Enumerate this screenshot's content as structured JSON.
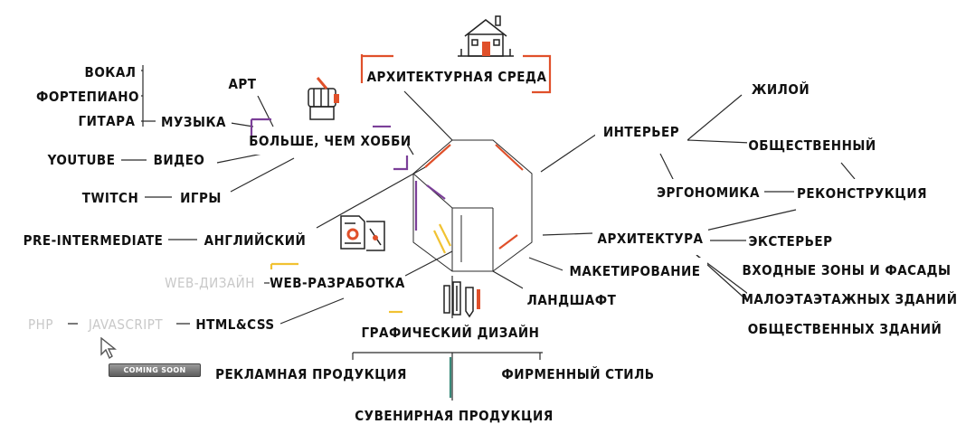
{
  "nodes": {
    "arch_env": "АРХИТЕКТУРНАЯ СРЕДА",
    "more_than_hobby": "БОЛЬШЕ, ЧЕМ ХОББИ",
    "art": "АРТ",
    "music": "МУЗЫКА",
    "vocal": "ВОКАЛ",
    "piano": "ФОРТЕПИАНО",
    "guitar": "ГИТАРА",
    "video": "ВИДЕО",
    "youtube": "YOUTUBE",
    "games": "ИГРЫ",
    "twitch": "TWITCH",
    "english": "АНГЛИЙСКИЙ",
    "pre_intermediate": "PRE-INTERMEDIATE",
    "web_dev": "WEB-РАЗРАБОТКА",
    "web_design": "WEB-ДИЗАЙН",
    "html_css": "HTML&CSS",
    "javascript": "JAVASCRIPT",
    "php": "PHP",
    "coming_soon": "COMING SOON",
    "graphic_design": "ГРАФИЧЕСКИЙ ДИЗАЙН",
    "advertising": "РЕКЛАМНАЯ ПРОДУКЦИЯ",
    "brand_style": "ФИРМЕННЫЙ СТИЛЬ",
    "souvenir": "СУВЕНИРНАЯ ПРОДУКЦИЯ",
    "landscape": "ЛАНДШАФТ",
    "modeling": "МАКЕТИРОВАНИЕ",
    "interior": "ИНТЕРЬЕР",
    "residential": "ЖИЛОЙ",
    "public": "ОБЩЕСТВЕННЫЙ",
    "ergonomics": "ЭРГОНОМИКА",
    "reconstruction": "РЕКОНСТРУКЦИЯ",
    "architecture": "АРХИТЕКТУРА",
    "exterior": "ЭКСТЕРЬЕР",
    "entrance_facades": "ВХОДНЫЕ ЗОНЫ И ФАСАДЫ",
    "low_rise": "МАЛОЭТАЭТАЖНЫХ ЗДАНИЙ",
    "public_buildings": "ОБЩЕСТВЕННЫХ ЗДАНИЙ"
  },
  "icons": {
    "house": "house-icon",
    "fist": "raised-fist-brush-icon",
    "web": "web-document-gear-icon",
    "graphic": "pen-tools-icon",
    "cursor": "mouse-cursor-icon"
  },
  "colors": {
    "red": "#e0502a",
    "purple": "#7b3f98",
    "yellow": "#f1c232",
    "teal": "#3a8a7a",
    "faded": "#c8c8c8"
  }
}
